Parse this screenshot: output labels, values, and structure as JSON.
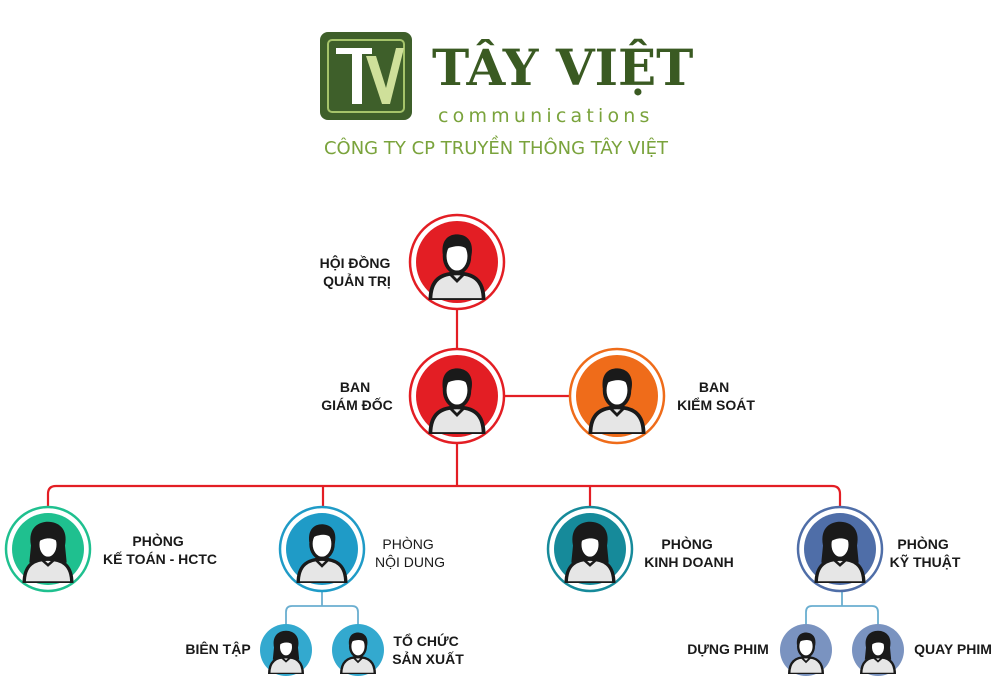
{
  "header": {
    "logo_letter": "V",
    "brand_name": "TÂY VIỆT",
    "brand_sub": "communications",
    "company_full": "CÔNG TY CP TRUYỀN THÔNG TÂY VIỆT"
  },
  "colors": {
    "logo_green": "#3e5f2a",
    "logo_green_light": "#7aa33c",
    "brand_dark": "#3a5a22",
    "brand_light": "#7aa33c",
    "red": "#e31e24",
    "orange": "#ef6c1a",
    "teal": "#1fc08f",
    "cyan": "#1f9bc7",
    "dark_teal": "#168a9a",
    "steel": "#4f6ea8",
    "sky": "#33a9cf",
    "slate": "#7a93c0",
    "connector_red": "#e31e24",
    "connector_blue": "#6aaed0"
  },
  "nodes": {
    "board": {
      "line1": "HỘI ĐỒNG",
      "line2": "QUẢN TRỊ",
      "icon": "person-short-hair-icon"
    },
    "directors": {
      "line1": "BAN",
      "line2": "GIÁM ĐỐC",
      "icon": "person-short-hair-icon"
    },
    "supervisory": {
      "line1": "BAN",
      "line2": "KIỂM SOÁT",
      "icon": "person-short-hair-icon"
    },
    "accounting": {
      "line1": "PHÒNG",
      "line2": "KẾ TOÁN - HCTC",
      "icon": "person-long-hair-icon"
    },
    "content": {
      "line1": "PHÒNG",
      "line2": "NỘI DUNG",
      "icon": "person-short-hair-icon"
    },
    "sales": {
      "line1": "PHÒNG",
      "line2": "KINH DOANH",
      "icon": "person-long-hair-icon"
    },
    "technical": {
      "line1": "PHÒNG",
      "line2": "KỸ THUẬT",
      "icon": "person-long-hair-icon"
    },
    "editing": {
      "line1": "BIÊN TẬP",
      "icon": "person-long-hair-icon"
    },
    "production": {
      "line1": "TỔ CHỨC",
      "line2": "SẢN XUẤT",
      "icon": "person-short-hair-icon"
    },
    "video_editing": {
      "line1": "DỰNG PHIM",
      "icon": "person-short-hair-icon"
    },
    "filming": {
      "line1": "QUAY PHIM",
      "icon": "person-long-hair-icon"
    }
  }
}
